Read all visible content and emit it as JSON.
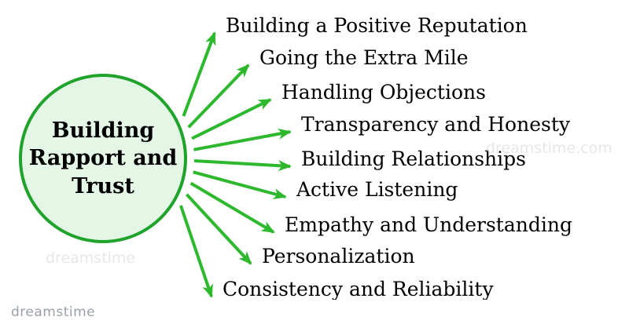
{
  "diagram": {
    "center": {
      "lines": [
        "Building",
        "Rapport and",
        "Trust"
      ]
    },
    "items": [
      "Building a Positive Reputation",
      "Going the Extra Mile",
      "Handling Objections",
      "Transparency and Honesty",
      "Building Relationships",
      "Active Listening",
      "Empathy and Understanding",
      "Personalization",
      "Consistency and Reliability"
    ],
    "colors": {
      "arrow": "#2db82d",
      "circle_border": "#1fa32a",
      "circle_fill": "#e4f6e6",
      "text": "#000000"
    }
  },
  "watermark": {
    "brand": "dreamstime",
    "faint": "dreamstime.com"
  }
}
